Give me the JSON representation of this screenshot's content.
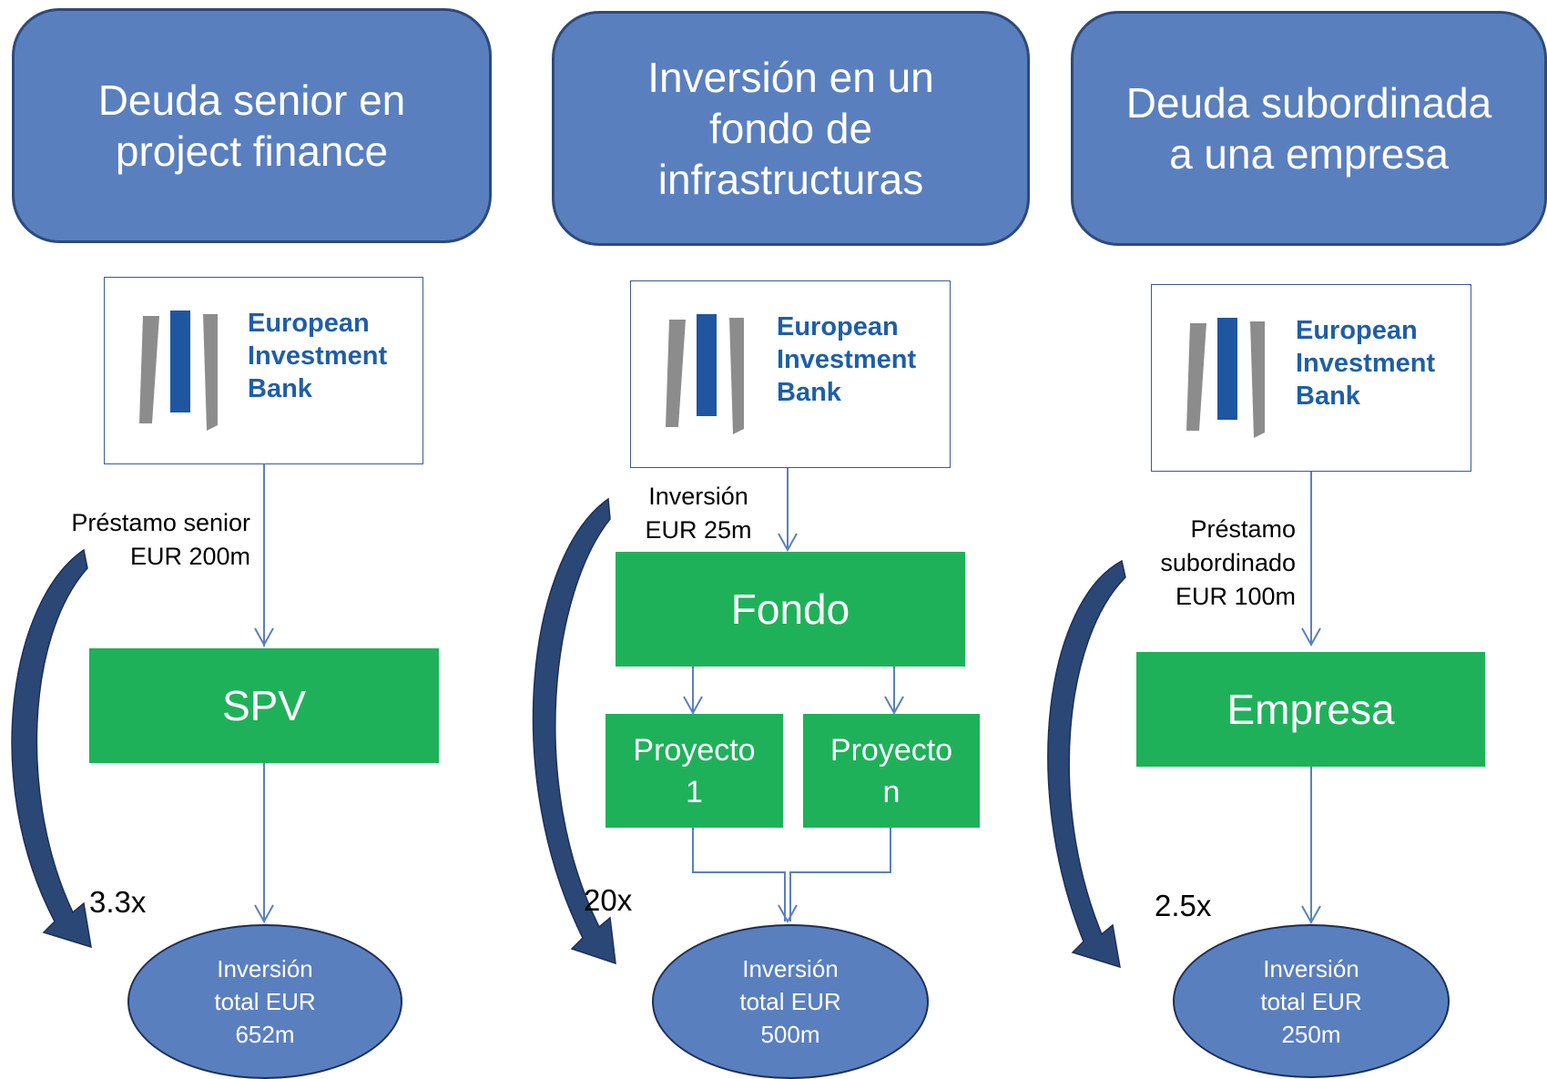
{
  "columns": [
    {
      "header": "Deuda senior en project finance",
      "logo_text": "European\nInvestment\nBank",
      "flow_label": "Préstamo senior EUR 200m",
      "box": "SPV",
      "multiplier": "3.3x",
      "result": "Inversión total EUR 652m"
    },
    {
      "header": "Inversión en un fondo de infrastructuras",
      "logo_text": "European\nInvestment\nBank",
      "flow_label": "Inversión EUR 25m",
      "box": "Fondo",
      "sub_boxes": [
        "Proyecto 1",
        "Proyecto n"
      ],
      "multiplier": "20x",
      "result": "Inversión total EUR 500m"
    },
    {
      "header": "Deuda subordinada a una empresa",
      "logo_text": "European\nInvestment\nBank",
      "flow_label": "Préstamo subordinado EUR 100m",
      "box": "Empresa",
      "multiplier": "2.5x",
      "result": "Inversión total EUR 250m"
    }
  ],
  "colors": {
    "header_fill": "#5a7fbe",
    "header_border": "#2e4a7a",
    "box_fill": "#1fb15a",
    "logo_text": "#1e5ea8",
    "arrow_dark": "#2b4775",
    "line": "#5a7fbe"
  }
}
